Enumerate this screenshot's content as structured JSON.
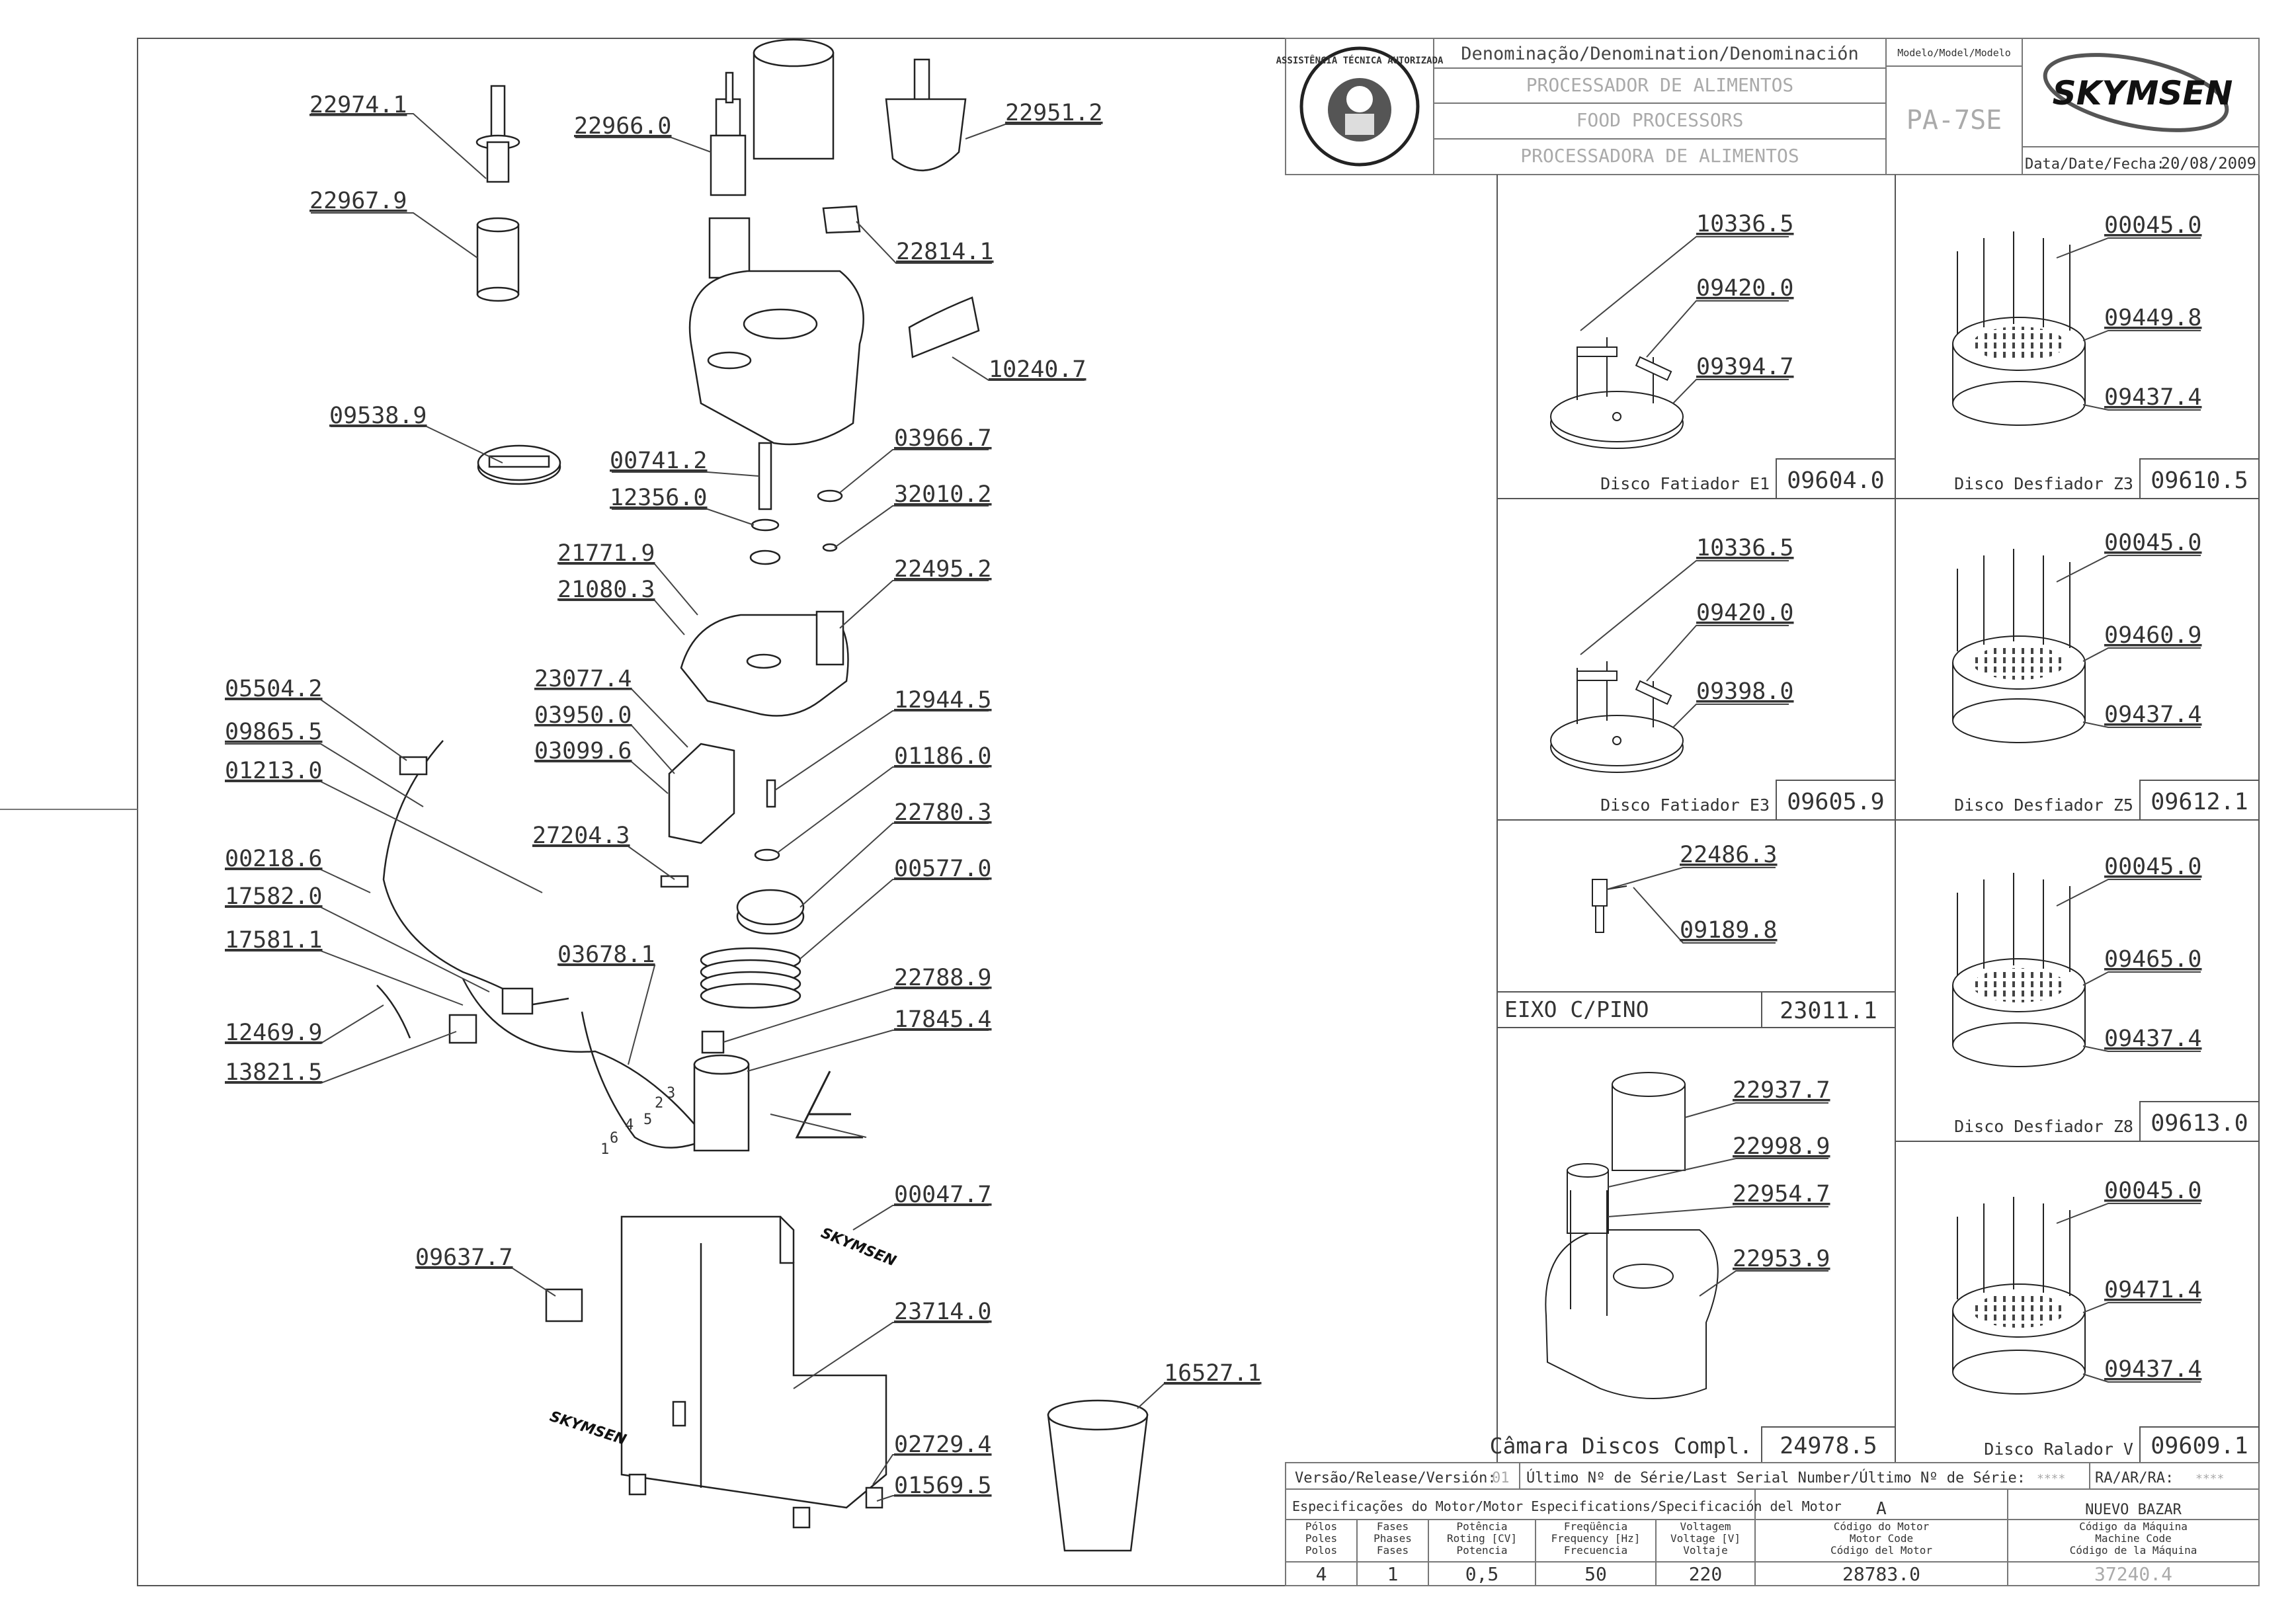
{
  "title_block": {
    "header": "Denominação/Denomination/Denominación",
    "names": [
      "PROCESSADOR DE ALIMENTOS",
      "FOOD PROCESSORS",
      "PROCESSADORA DE ALIMENTOS"
    ],
    "model_label": "Modelo/Model/Modelo",
    "model": "PA-7SE",
    "brand": "SKYMSEN",
    "date_label": "Data/Date/Fecha:",
    "date": "20/08/2009",
    "seal_text": "ASSISTÊNCIA TÉCNICA AUTORIZADA"
  },
  "main_parts": [
    "22974.1",
    "22967.9",
    "22966.0",
    "22951.2",
    "22814.1",
    "10240.7",
    "09538.9",
    "00741.2",
    "12356.0",
    "03966.7",
    "32010.2",
    "21771.9",
    "21080.3",
    "22495.2",
    "23077.4",
    "03950.0",
    "03099.6",
    "12944.5",
    "05504.2",
    "09865.5",
    "01213.0",
    "01186.0",
    "22780.3",
    "27204.3",
    "00577.0",
    "00218.6",
    "17582.0",
    "17581.1",
    "03678.1",
    "22788.9",
    "17845.4",
    "12469.9",
    "13821.5",
    "00047.7",
    "09637.7",
    "23714.0",
    "16527.1",
    "02729.4",
    "01569.5"
  ],
  "wire_numbers": [
    "1",
    "2",
    "3",
    "4",
    "5",
    "6"
  ],
  "detail_label": "A",
  "kits": [
    {
      "parts": [
        "10336.5",
        "09420.0",
        "09394.7"
      ],
      "name": "Disco Fatiador E1",
      "code": "09604.0"
    },
    {
      "parts": [
        "00045.0",
        "09449.8",
        "09437.4"
      ],
      "name": "Disco Desfiador Z3",
      "code": "09610.5"
    },
    {
      "parts": [
        "10336.5",
        "09420.0",
        "09398.0"
      ],
      "name": "Disco Fatiador E3",
      "code": "09605.9"
    },
    {
      "parts": [
        "00045.0",
        "09460.9",
        "09437.4"
      ],
      "name": "Disco Desfiador Z5",
      "code": "09612.1"
    },
    {
      "parts": [
        "22486.3",
        "09189.8"
      ],
      "name": "EIXO C/PINO",
      "code": "23011.1"
    },
    {
      "parts": [
        "00045.0",
        "09465.0",
        "09437.4"
      ],
      "name": "Disco Desfiador Z8",
      "code": "09613.0"
    },
    {
      "parts": [
        "22937.7",
        "22998.9",
        "22954.7",
        "22953.9"
      ],
      "name": "Câmara Discos Compl.",
      "code": "24978.5"
    },
    {
      "parts": [
        "00045.0",
        "09471.4",
        "09437.4"
      ],
      "name": "Disco Ralador V",
      "code": "09609.1"
    }
  ],
  "bottom": {
    "version_label": "Versão/Release/Versión:",
    "version": "01",
    "serial_label": "Último Nº de Série/Last Serial Number/Último Nº de Série:",
    "serial": "****",
    "ra_label": "RA/AR/RA:",
    "ra": "****",
    "spec_label": "Especificações do Motor/Motor Especifications/Specificación del Motor",
    "revision": "A",
    "nuevo": "NUEVO BAZAR",
    "col_poles": [
      "Pólos",
      "Poles",
      "Polos"
    ],
    "col_phases": [
      "Fases",
      "Phases",
      "Fases"
    ],
    "col_power": [
      "Potência",
      "Roting [CV]",
      "Potencia"
    ],
    "col_freq": [
      "Freqüência",
      "Frequency [Hz]",
      "Frecuencia"
    ],
    "col_volt": [
      "Voltagem",
      "Voltage [V]",
      "Voltaje"
    ],
    "col_motor": [
      "Código do Motor",
      "Motor Code",
      "Código del Motor"
    ],
    "col_machine": [
      "Código da Máquina",
      "Machine Code",
      "Código de la Máquina"
    ],
    "val_poles": "4",
    "val_phases": "1",
    "val_power": "0,5",
    "val_freq": "50",
    "val_volt": "220",
    "val_motor": "28783.0",
    "val_machine": "37240.4"
  }
}
